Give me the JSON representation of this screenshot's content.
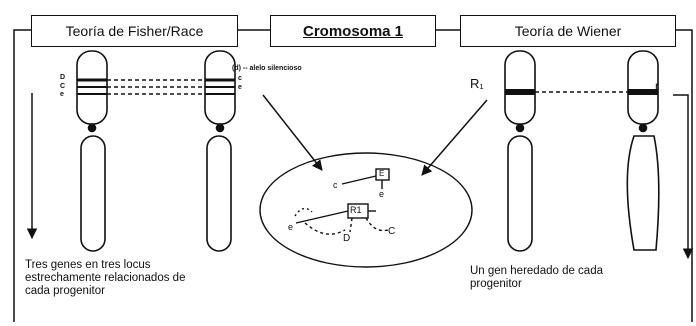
{
  "title": "Cromosoma 1",
  "left_theory": {
    "heading": "Teoría de Fisher/Race",
    "loci_left": [
      "D",
      "C",
      "e"
    ],
    "loci_right": [
      "c",
      "e"
    ],
    "silent_allele": "(d) -- alelo silencioso",
    "caption": [
      "Tres genes en tres locus",
      "estrechamente relacionados de",
      "cada progenitor"
    ]
  },
  "right_theory": {
    "heading": "Teoría de Wiener",
    "allele_left": "R₁",
    "allele_right": "r",
    "caption": [
      "Un gen heredado de cada",
      "progenitor"
    ]
  },
  "center_ellipse": {
    "top_box": "E",
    "top_left": "c",
    "top_below": "e",
    "bottom_box": "R1",
    "bottom_left": "e",
    "bottom_mid": "D",
    "bottom_right": "C"
  }
}
